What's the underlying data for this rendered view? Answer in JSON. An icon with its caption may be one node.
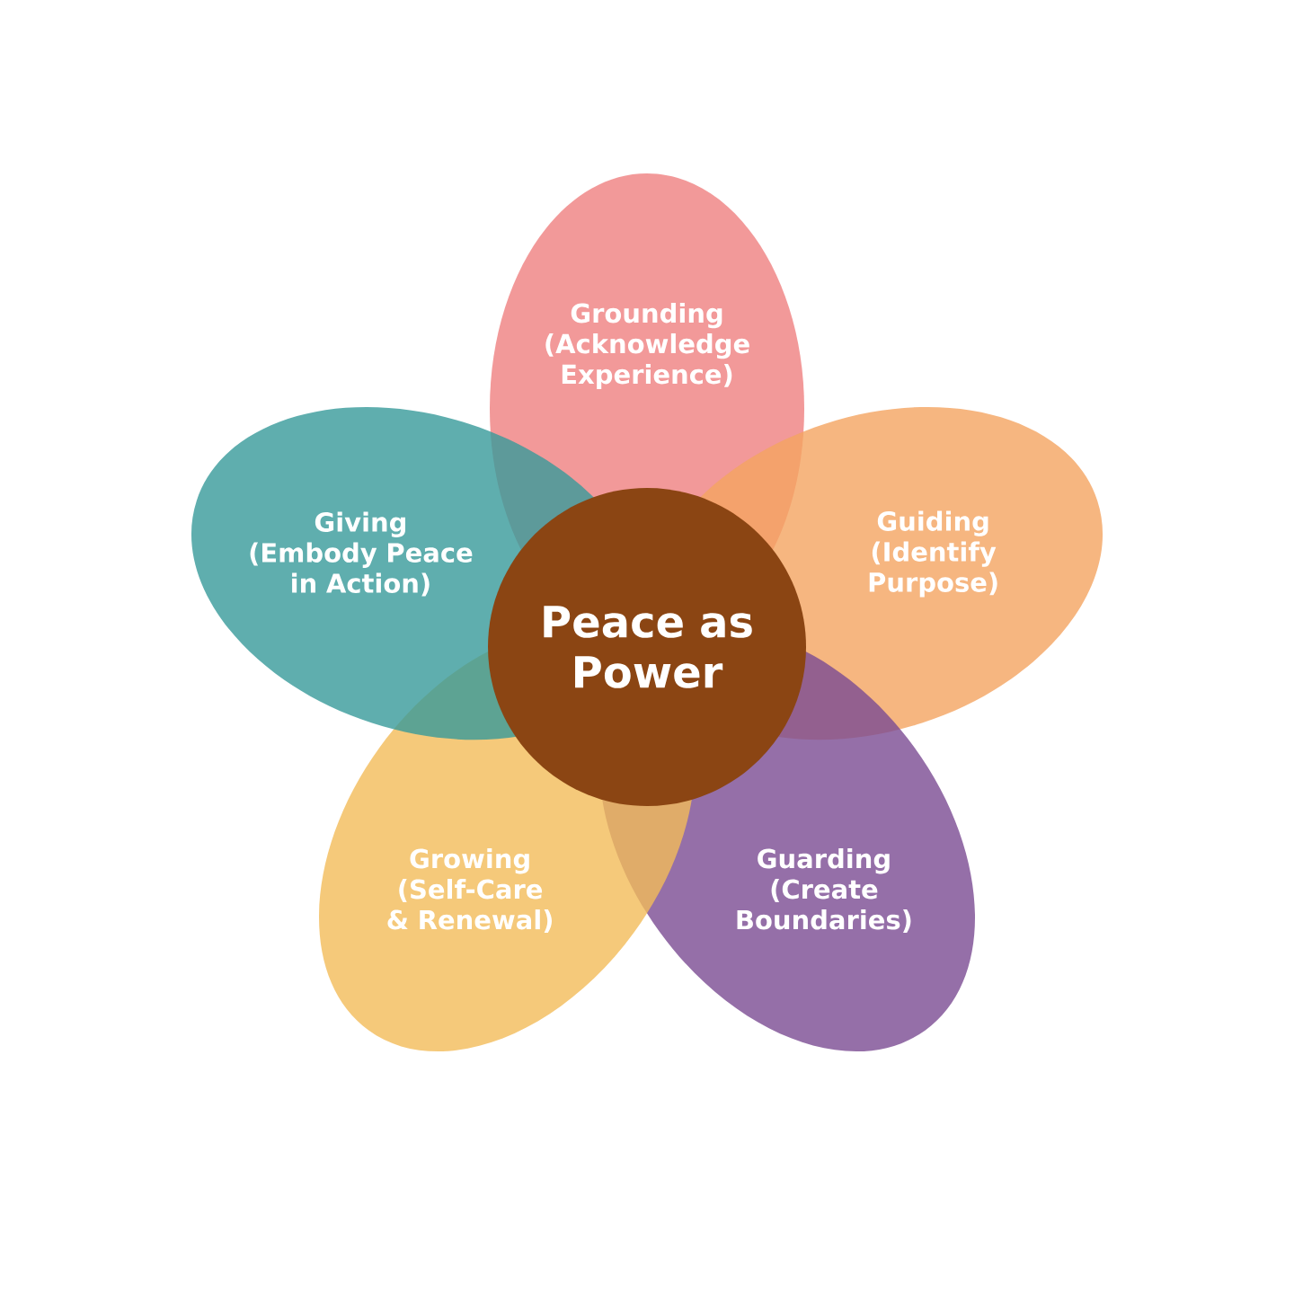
{
  "diagram": {
    "nodes": [
      {
        "text": [
          "Grounding (Acknowledge Experience)"
        ]
      },
      {
        "text": [
          "Guiding (Identify Purpose)"
        ]
      },
      {
        "text": [
          "Guarding (Create Boundaries)"
        ]
      },
      {
        "text": [
          "Growing (Self-Care & Renewal)"
        ]
      },
      {
        "text": [
          "Giving (Embody Peace in Action)"
        ]
      },
      {
        "text": [
          "Peace as Power"
        ]
      }
    ]
  }
}
